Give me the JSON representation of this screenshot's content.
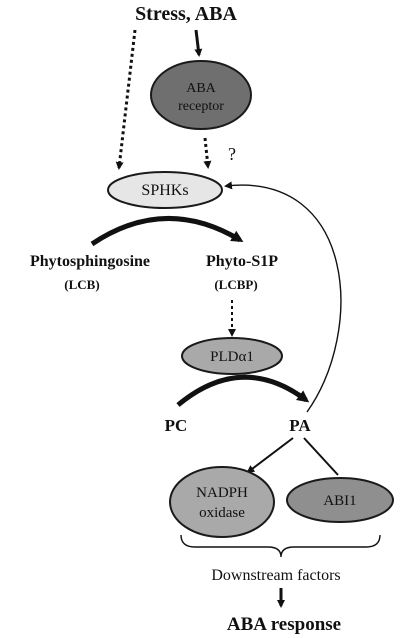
{
  "inputs": {
    "stress_aba": "Stress, ABA"
  },
  "nodes": {
    "aba_receptor": {
      "line1": "ABA",
      "line2": "receptor"
    },
    "sphks": "SPHKs",
    "question": "?",
    "pld": "PLDα1",
    "nadph_oxidase": {
      "line1": "NADPH",
      "line2": "oxidase"
    },
    "abi1": "ABI1"
  },
  "metabolites": {
    "phytosphingosine": {
      "name": "Phytosphingosine",
      "sub": "(LCB)"
    },
    "phyto_s1p": {
      "name": "Phyto-S1P",
      "sub": "(LCBP)"
    },
    "pc": "PC",
    "pa": "PA"
  },
  "outputs": {
    "downstream": "Downstream factors",
    "aba_response": "ABA response"
  },
  "colors": {
    "receptor_fill": "#6f6f6f",
    "sphks_fill": "#e6e6e6",
    "pld_fill": "#a9a9a9",
    "nadph_fill": "#a9a9a9",
    "abi1_fill": "#8f8f8f",
    "stroke": "#1a1a1a"
  }
}
